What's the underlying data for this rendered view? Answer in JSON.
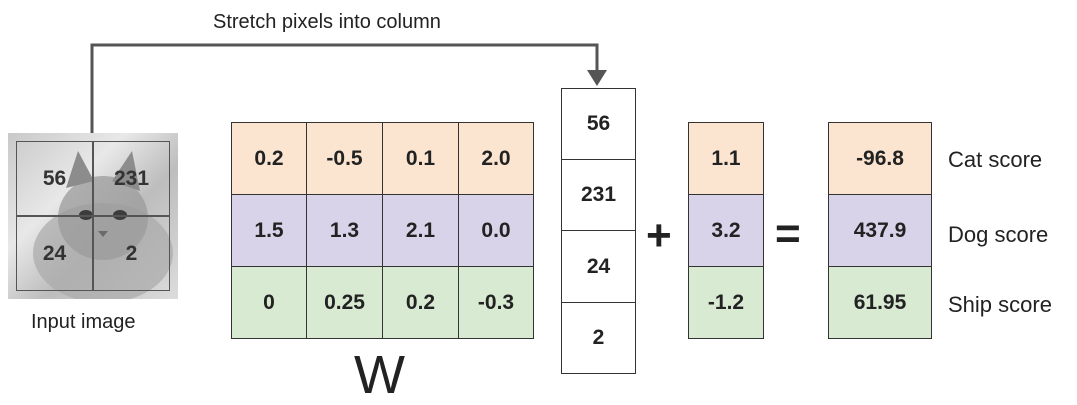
{
  "caption_top": "Stretch pixels into column",
  "input_label": "Input image",
  "image_pixels": [
    "56",
    "231",
    "24",
    "2"
  ],
  "weights": [
    [
      "0.2",
      "-0.5",
      "0.1",
      "2.0"
    ],
    [
      "1.5",
      "1.3",
      "2.1",
      "0.0"
    ],
    [
      "0",
      "0.25",
      "0.2",
      "-0.3"
    ]
  ],
  "w_label": "W",
  "x_vector": [
    "56",
    "231",
    "24",
    "2"
  ],
  "plus": "+",
  "bias": [
    "1.1",
    "3.2",
    "-1.2"
  ],
  "equals": "=",
  "scores": [
    "-96.8",
    "437.9",
    "61.95"
  ],
  "score_labels": [
    "Cat score",
    "Dog score",
    "Ship score"
  ],
  "colors": {
    "cat": "#fbe5d0",
    "dog": "#d9d3e9",
    "ship": "#d9ead3",
    "arrow": "#555555"
  }
}
